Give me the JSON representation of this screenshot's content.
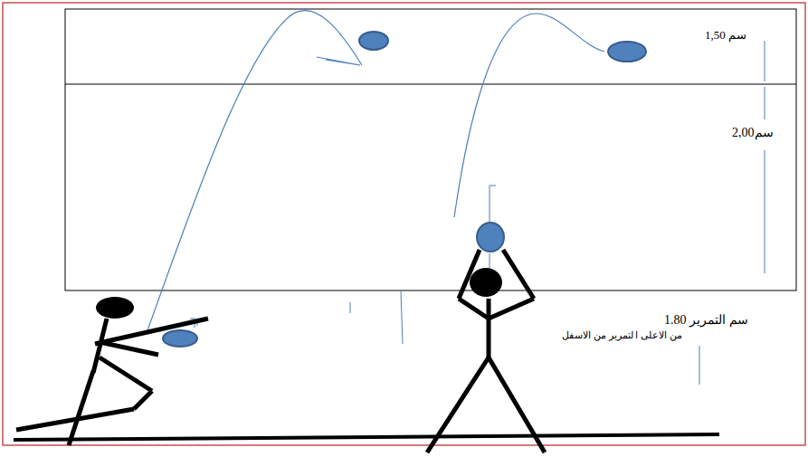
{
  "diagram": {
    "labels": [
      "1,50 سم",
      "2,00سم",
      "1.80 سم التمرير",
      "من الاعلى ا لتمرير من الاسفل"
    ]
  }
}
